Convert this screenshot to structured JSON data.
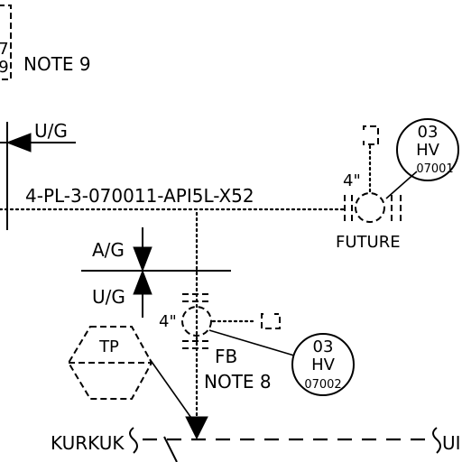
{
  "top_left_box": {
    "char_a": "7",
    "char_b": "9"
  },
  "note_9": "NOTE 9",
  "ug_top": "U/G",
  "pipe_label": "4-PL-3-070011-API5L-X52",
  "future_size": "4\"",
  "future_label": "FUTURE",
  "hv_future": {
    "line1": "03",
    "line2": "HV",
    "line3": "07001"
  },
  "ag_label": "A/G",
  "ug_mid": "U/G",
  "lower_size": "4\"",
  "fb_label": "FB",
  "note_8": "NOTE 8",
  "hv_lower": {
    "line1": "03",
    "line2": "HV",
    "line3": "07002"
  },
  "tp_label": "TP",
  "kurkuk_label": "KURKUK",
  "right_label_partial": "UI"
}
